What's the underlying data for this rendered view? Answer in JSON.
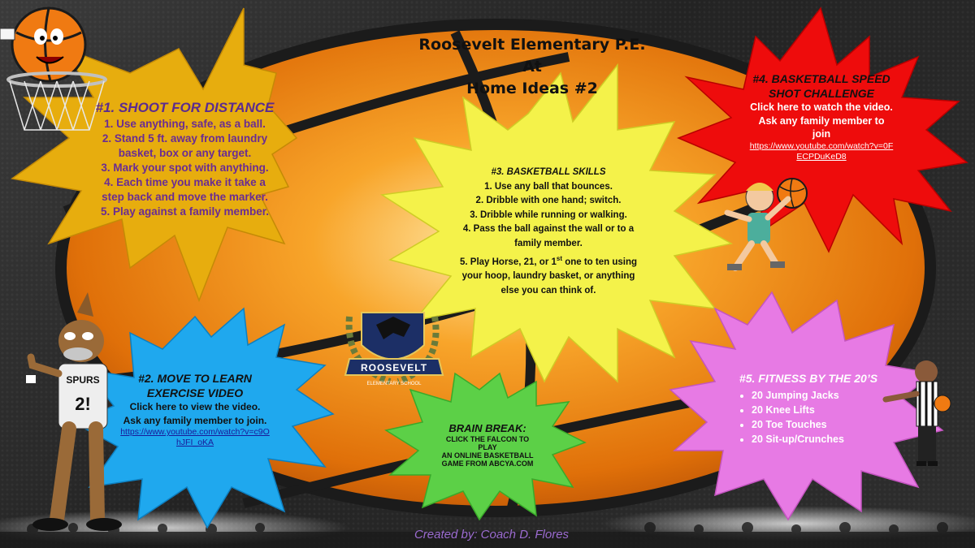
{
  "page": {
    "title_line1": "Roosevelt Elementary P.E. At",
    "title_line2": "Home Ideas #2",
    "credit": "Created by: Coach D. Flores"
  },
  "box1": {
    "heading": "#1. SHOOT FOR DISTANCE",
    "lines": [
      "1. Use anything, safe, as a ball.",
      "2. Stand 5 ft. away from laundry",
      "basket, box or any target.",
      "3. Mark your spot with anything.",
      "4. Each time you make it take a",
      "step back and move the marker.",
      "5. Play against a family member."
    ]
  },
  "box2": {
    "heading_line1": "#2. MOVE TO LEARN",
    "heading_line2": "EXERCISE VIDEO",
    "line1": "Click here to view the video.",
    "line2": "Ask any family member to join.",
    "link_line1": "https://www.youtube.com/watch?v=c9O",
    "link_line2": "hJFI_oKA"
  },
  "box3": {
    "heading": "#3. BASKETBALL SKILLS",
    "lines": [
      "1. Use any ball that bounces.",
      "2. Dribble with one hand; switch.",
      "3. Dribble while running or walking.",
      "4. Pass the ball against the wall or to a",
      "family member."
    ],
    "item5_pre": "5. Play Horse, 21, or 1",
    "item5_sup": "st",
    "item5_post": " one to ten using",
    "tail_lines": [
      "your hoop, laundry basket, or anything",
      "else you can think of."
    ]
  },
  "box4": {
    "heading_line1": "#4. BASKETBALL SPEED",
    "heading_line2": "SHOT CHALLENGE",
    "line1": "Click here to watch the video.",
    "line2": "Ask any family member to",
    "line3": "join",
    "link_line1": "https://www.youtube.com/watch?v=0F",
    "link_line2": "ECPDuKeD8"
  },
  "box5": {
    "heading": "#5. FITNESS BY THE 20’S",
    "items": [
      "20 Jumping Jacks",
      "20 Knee Lifts",
      "20 Toe Touches",
      "20 Sit-up/Crunches"
    ]
  },
  "brain_break": {
    "heading": "BRAIN BREAK:",
    "lines": [
      "CLICK THE FALCON TO PLAY",
      "AN ONLINE BASKETBALL",
      "GAME FROM ABCYA.COM"
    ]
  },
  "logo": {
    "text": "ROOSEVELT",
    "subtext": "ELEMENTARY SCHOOL"
  },
  "mascot": {
    "jersey_text": "SPURS",
    "jersey_number": "2!"
  },
  "icons": [
    "basketball-hoop-icon",
    "coyote-mascot-icon",
    "player-shooting-icon",
    "referee-icon",
    "falcon-logo-icon"
  ],
  "colors": {
    "box1": "#e7ad0e",
    "box2": "#1fa8ee",
    "box3": "#f4f24a",
    "box4": "#ee0c0c",
    "box5": "#e77ae4",
    "brain_break": "#5cd047",
    "ball": "#f28a11",
    "seams": "#1b1b1b"
  }
}
